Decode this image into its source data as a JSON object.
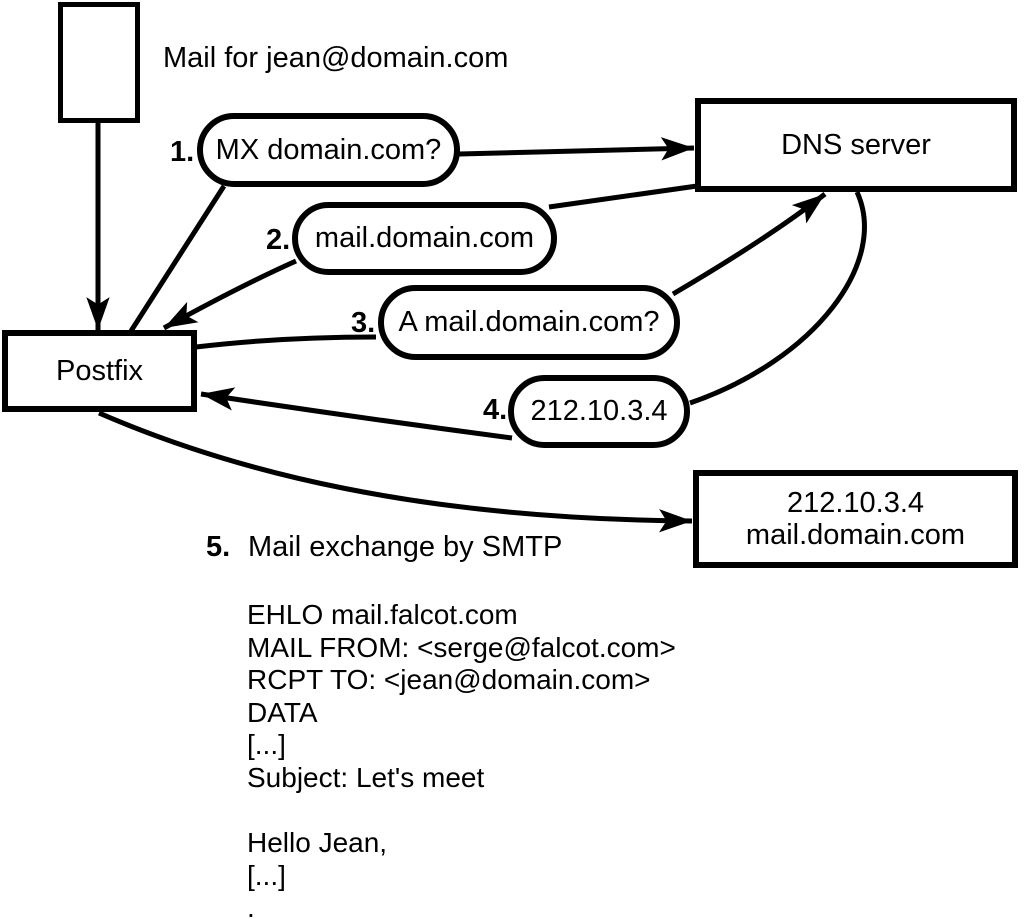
{
  "diagram": {
    "title": "Mail for jean@domain.com",
    "nodes": {
      "postfix": {
        "label": "Postfix"
      },
      "dns": {
        "label": "DNS server"
      },
      "mailserver": {
        "line1": "212.10.3.4",
        "line2": "mail.domain.com"
      }
    },
    "steps": [
      {
        "num": "1.",
        "label": "MX domain.com?"
      },
      {
        "num": "2.",
        "label": "mail.domain.com"
      },
      {
        "num": "3.",
        "label": "A mail.domain.com?"
      },
      {
        "num": "4.",
        "label": "212.10.3.4"
      },
      {
        "num": "5.",
        "label": "Mail exchange by SMTP"
      }
    ],
    "smtp_session": {
      "lines": [
        "EHLO mail.falcot.com",
        "MAIL FROM: <serge@falcot.com>",
        "RCPT TO: <jean@domain.com>",
        "DATA",
        "[...]",
        "Subject: Let's meet",
        "",
        "Hello Jean,",
        "[...]",
        "."
      ]
    },
    "colors": {
      "ink": "#000000",
      "background": "#ffffff"
    }
  }
}
